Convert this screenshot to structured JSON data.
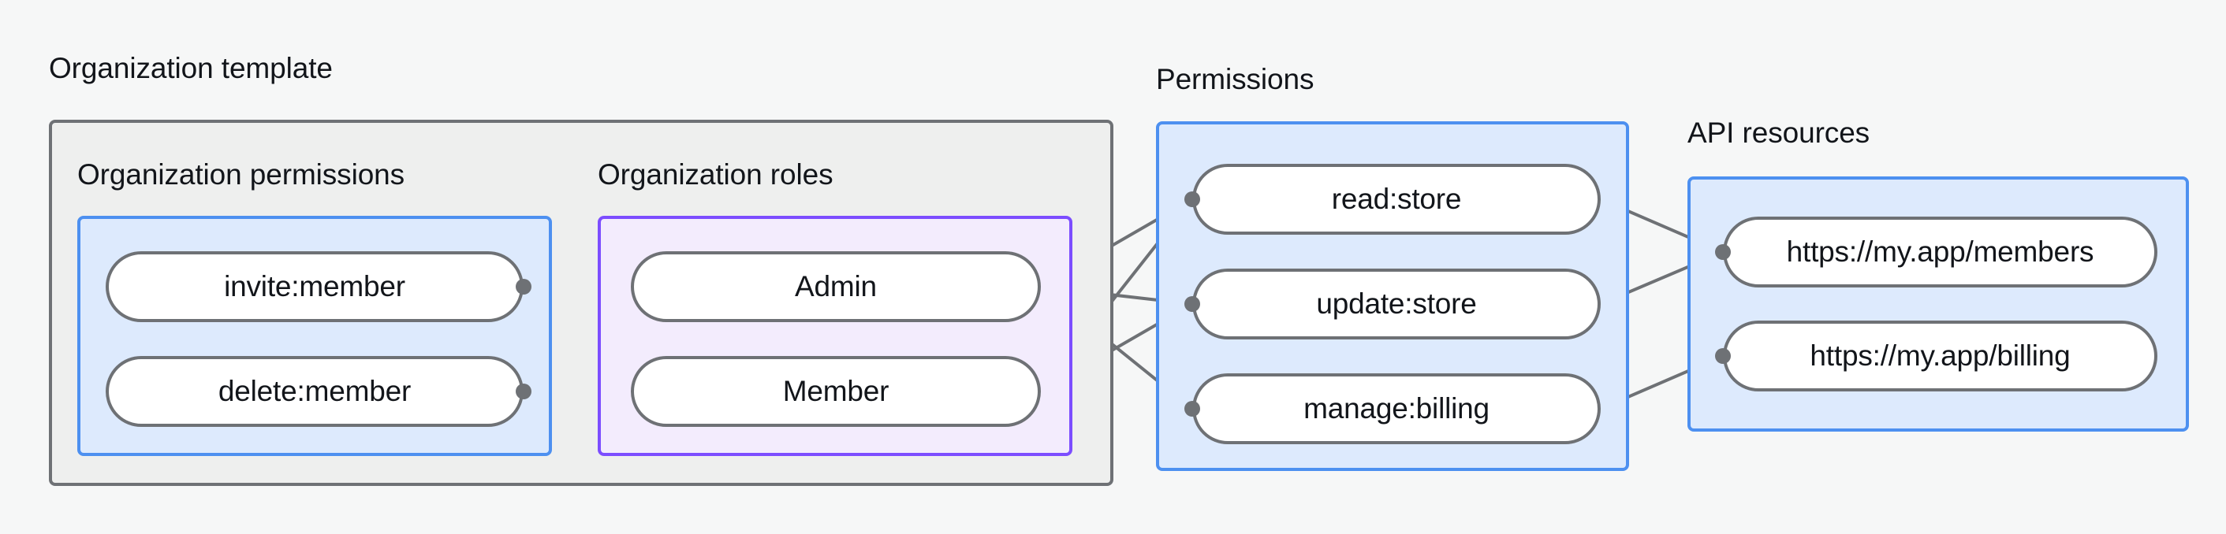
{
  "diagram": {
    "title": "Organization template",
    "background_color": "#f6f7f7",
    "colors": {
      "outer_border": "#6e7175",
      "outer_fill": "#eeefee",
      "blue_border": "#4d90f0",
      "blue_fill": "#ddeafd",
      "purple_border": "#7c4dff",
      "purple_fill": "#f3ecfd",
      "node_border": "#6e7175",
      "node_fill": "#ffffff",
      "edge": "#6e7175",
      "text": "#12151a"
    }
  },
  "groups": {
    "organization_template": {
      "label": "Organization template",
      "subgroups": {
        "organization_permissions": {
          "label": "Organization permissions",
          "nodes": [
            {
              "label": "invite:member"
            },
            {
              "label": "delete:member"
            }
          ]
        },
        "organization_roles": {
          "label": "Organization roles",
          "nodes": [
            {
              "label": "Admin"
            },
            {
              "label": "Member"
            }
          ]
        }
      }
    },
    "permissions": {
      "label": "Permissions",
      "nodes": [
        {
          "label": "read:store"
        },
        {
          "label": "update:store"
        },
        {
          "label": "manage:billing"
        }
      ]
    },
    "api_resources": {
      "label": "API resources",
      "nodes": [
        {
          "label": "https://my.app/members"
        },
        {
          "label": "https://my.app/billing"
        }
      ]
    }
  },
  "edges": [
    {
      "from": "invite:member",
      "to": "Admin"
    },
    {
      "from": "invite:member",
      "to": "Member"
    },
    {
      "from": "delete:member",
      "to": "Member"
    },
    {
      "from": "Admin",
      "to": "read:store"
    },
    {
      "from": "Admin",
      "to": "update:store"
    },
    {
      "from": "Admin",
      "to": "manage:billing"
    },
    {
      "from": "Member",
      "to": "read:store"
    },
    {
      "from": "Member",
      "to": "update:store"
    },
    {
      "from": "read:store",
      "to": "https://my.app/members"
    },
    {
      "from": "update:store",
      "to": "https://my.app/members"
    },
    {
      "from": "manage:billing",
      "to": "https://my.app/billing"
    }
  ]
}
